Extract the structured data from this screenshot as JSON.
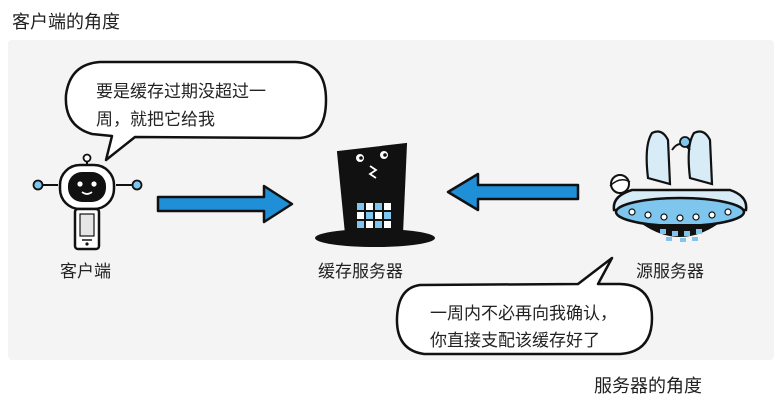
{
  "titles": {
    "client_view": "客户端的角度",
    "server_view": "服务器的角度"
  },
  "labels": {
    "client": "客户端",
    "cache_server": "缓存服务器",
    "origin_server": "源服务器"
  },
  "bubbles": {
    "client_request": [
      "要是缓存过期没超过一",
      "周，就把它给我"
    ],
    "server_reply": [
      "一周内不必再向我确认，",
      "你直接支配该缓存好了"
    ]
  },
  "colors": {
    "arrow": "#1f8fd8",
    "ink": "#111111",
    "accent_blue": "#7fc6ee"
  },
  "icons": [
    "robot-client-icon",
    "top-hat-cache-icon",
    "ufo-origin-icon",
    "arrow-right-icon",
    "arrow-left-icon"
  ]
}
